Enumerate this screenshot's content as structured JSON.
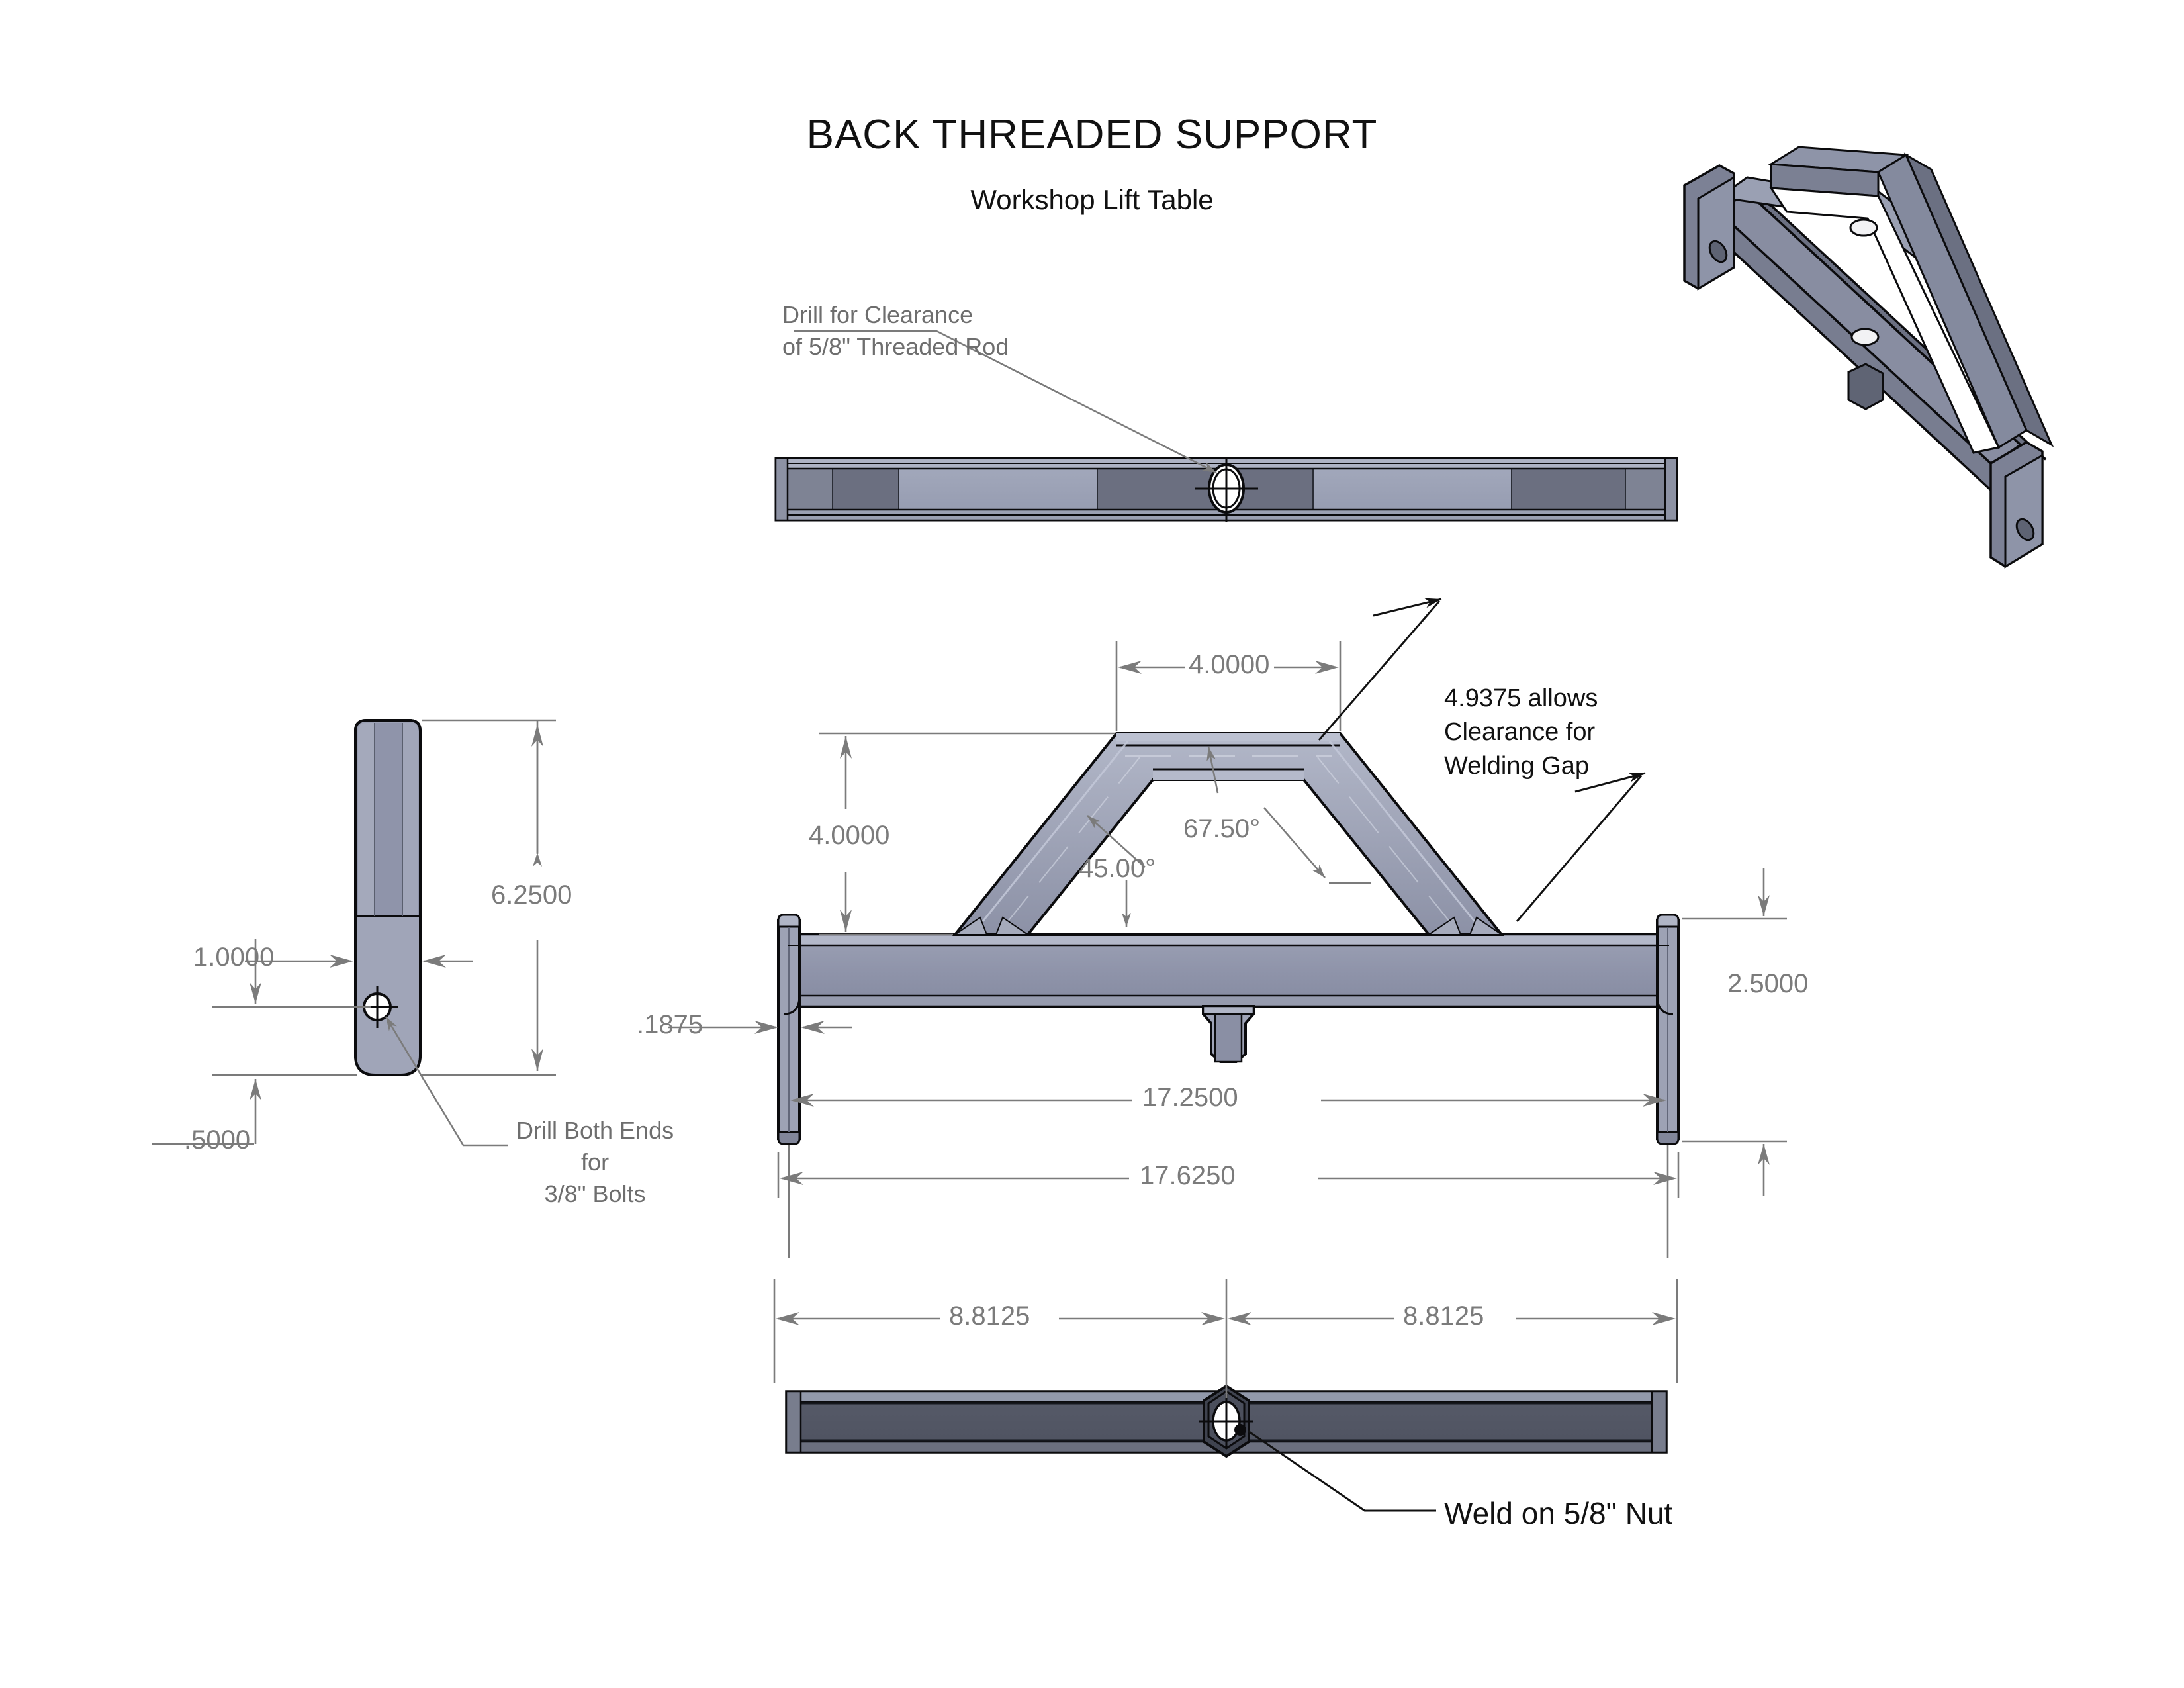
{
  "drawing": {
    "title": "BACK THREADED SUPPORT",
    "subtitle": "Workshop Lift Table",
    "units": "inches"
  },
  "notes": {
    "drill_clearance": "Drill for Clearance\nof 5/8\" Threaded Rod",
    "welding_gap": "4.9375 allows\nClearance for\nWelding Gap",
    "drill_both_ends": "Drill Both Ends\nfor\n3/8\" Bolts",
    "weld_nut": "Weld on 5/8\" Nut"
  },
  "dimensions": {
    "side_height": "6.2500",
    "side_width": "1.0000",
    "side_hole_offset": "0.5000",
    "side_hole_offset_display": ".5000",
    "truss_top_width": "4.0000",
    "truss_height": "4.0000",
    "angle_45": "45.00°",
    "angle_6750": "67.50°",
    "plate_thickness": ".1875",
    "end_tab_height": "2.5000",
    "inner_length": "17.2500",
    "overall_length": "17.6250",
    "half_left": "8.8125",
    "half_right": "8.8125"
  },
  "colors": {
    "body_light": "#9298ad",
    "body_mid": "#8b90a6",
    "body_dark": "#676b7c",
    "body_darker": "#5b5f6e",
    "highlight": "#a9aec0",
    "outline": "#0b0b0d",
    "dim_gray": "#7b7b7b",
    "note_gray": "#6e6e6e",
    "black": "#111111"
  },
  "views": {
    "top": "top-view-bar",
    "front": "front-view-truss",
    "side": "side-view-arm",
    "bottom": "bottom-view-bar",
    "iso": "isometric-3d-view"
  }
}
